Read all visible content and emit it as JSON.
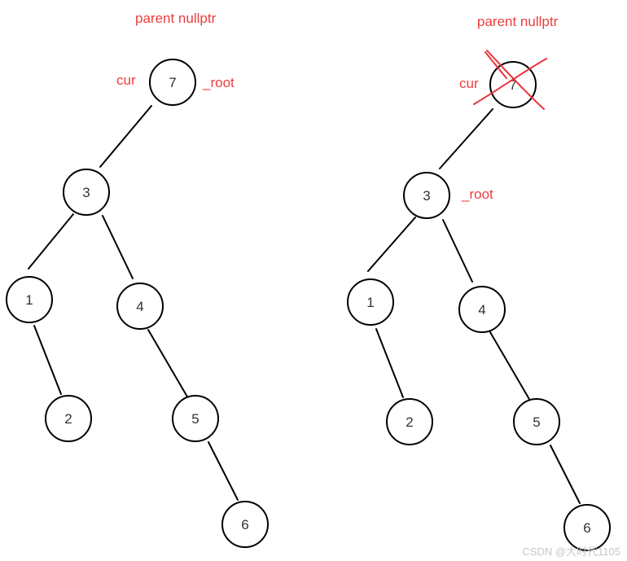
{
  "colors": {
    "annotation": "#ee3c3c",
    "cross": "#e8323c",
    "node_stroke": "#000000",
    "node_text": "#333333",
    "watermark": "#c8c8c8"
  },
  "left_tree": {
    "parent_label": "parent nullptr",
    "cur_label": "cur",
    "root_label": "_root",
    "nodes": [
      "7",
      "3",
      "1",
      "4",
      "2",
      "5",
      "6"
    ]
  },
  "right_tree": {
    "parent_label": "parent nullptr",
    "cur_label": "cur",
    "root_label": "_root",
    "nodes": [
      "7",
      "3",
      "1",
      "4",
      "2",
      "5",
      "6"
    ],
    "deleted_node": "7"
  },
  "watermark": "CSDN @大时代1105"
}
